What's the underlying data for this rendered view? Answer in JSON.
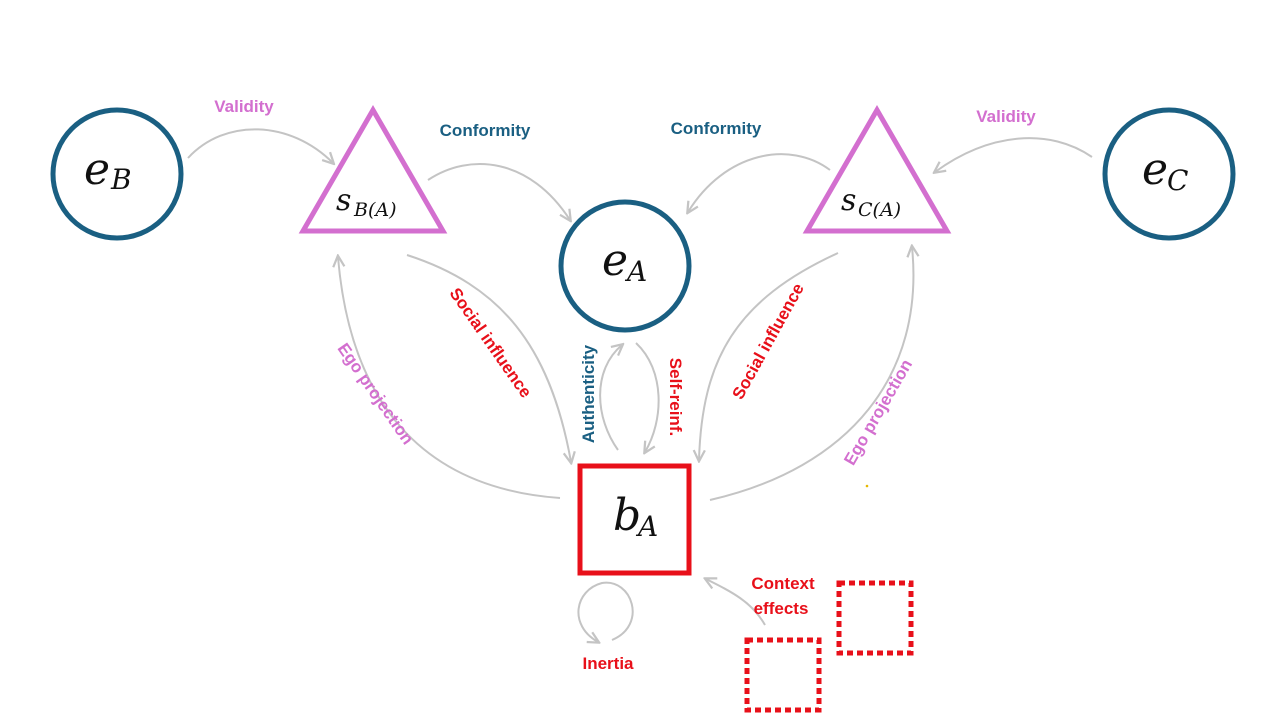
{
  "colors": {
    "emotion": "#1a5f82",
    "social": "#d36fcf",
    "behavior": "#e8101a",
    "arrow": "#c4c4c4"
  },
  "nodes": {
    "eB": {
      "main": "e",
      "sub": "B"
    },
    "eA": {
      "main": "e",
      "sub": "A"
    },
    "eC": {
      "main": "e",
      "sub": "C"
    },
    "sBA": {
      "main": "s",
      "sub": "B(A)"
    },
    "sCA": {
      "main": "s",
      "sub": "C(A)"
    },
    "bA": {
      "main": "b",
      "sub": "A"
    }
  },
  "edges": {
    "validity_left": "Validity",
    "validity_right": "Validity",
    "conformity_left": "Conformity",
    "conformity_right": "Conformity",
    "social_influence_left": "Social influence",
    "social_influence_right": "Social influence",
    "ego_projection_left": "Ego projection",
    "ego_projection_right": "Ego projection",
    "authenticity": "Authenticity",
    "self_reinf": "Self-reinf.",
    "inertia": "Inertia",
    "context_effects_line1": "Context",
    "context_effects_line2": "effects"
  }
}
